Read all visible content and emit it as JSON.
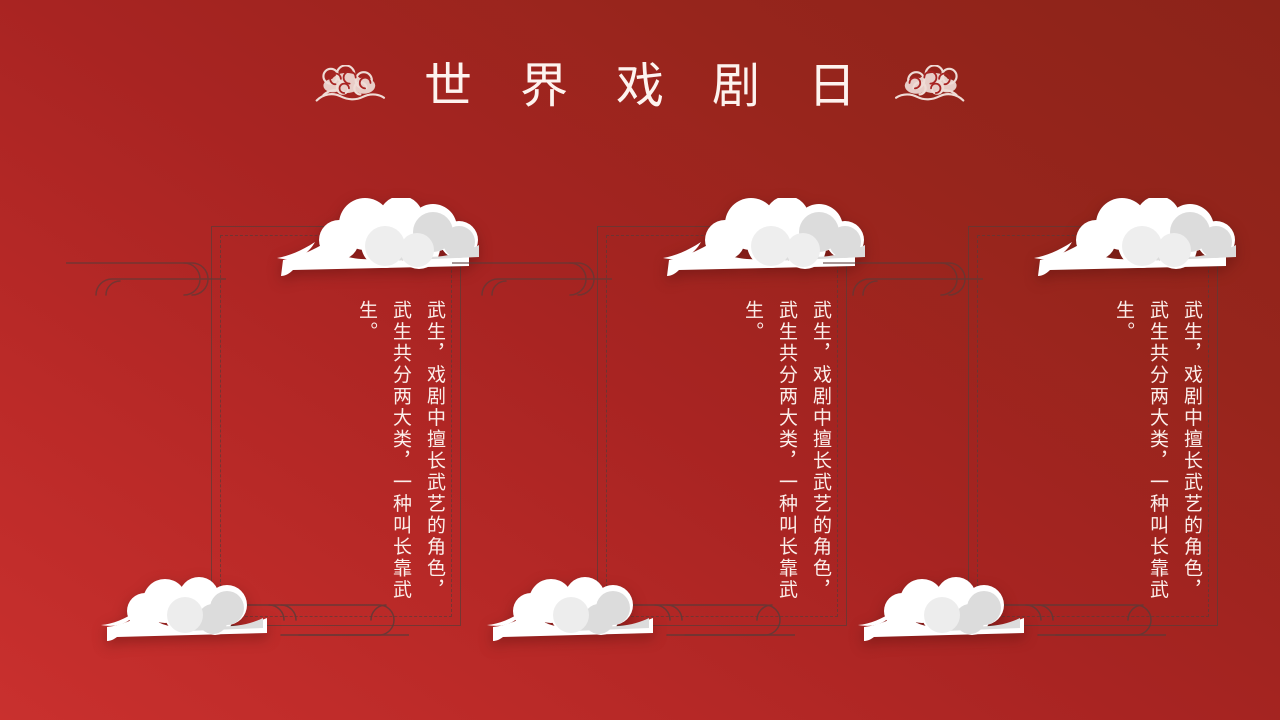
{
  "slide": {
    "title": "世 界 戏 剧 日",
    "title_plain": "世界戏剧日",
    "background_colors": {
      "light": "#c9302e",
      "mid": "#a82422",
      "dark": "#8c2319"
    },
    "text_color": "#fbeeea",
    "frame_color": "#5a3b38",
    "cloud_color": "#ffffff",
    "ornament_color": "#efdcd6"
  },
  "ornaments": {
    "title_left": "auspicious-cloud-icon",
    "title_right": "auspicious-cloud-icon"
  },
  "panels": [
    {
      "id": "panel-1",
      "cloud_top": "cloud-icon",
      "cloud_bottom": "cloud-icon",
      "swirl_top": "swirl-icon",
      "swirl_bottom": "swirl-icon",
      "body": "武生，戏剧中擅长武艺的角色，武生共分两大类，一种叫长靠武生。",
      "columns": [
        "武生，戏剧中擅长武艺的角色，",
        "武生共分两大类，一种叫长靠武",
        "生。"
      ]
    },
    {
      "id": "panel-2",
      "cloud_top": "cloud-icon",
      "cloud_bottom": "cloud-icon",
      "swirl_top": "swirl-icon",
      "swirl_bottom": "swirl-icon",
      "body": "武生，戏剧中擅长武艺的角色，武生共分两大类，一种叫长靠武生。",
      "columns": [
        "武生，戏剧中擅长武艺的角色，",
        "武生共分两大类，一种叫长靠武",
        "生。"
      ]
    },
    {
      "id": "panel-3",
      "cloud_top": "cloud-icon",
      "cloud_bottom": "cloud-icon",
      "swirl_top": "swirl-icon",
      "swirl_bottom": "swirl-icon",
      "body": "武生，戏剧中擅长武艺的角色，武生共分两大类，一种叫长靠武生。",
      "columns": [
        "武生，戏剧中擅长武艺的角色，",
        "武生共分两大类，一种叫长靠武",
        "生。"
      ]
    }
  ]
}
